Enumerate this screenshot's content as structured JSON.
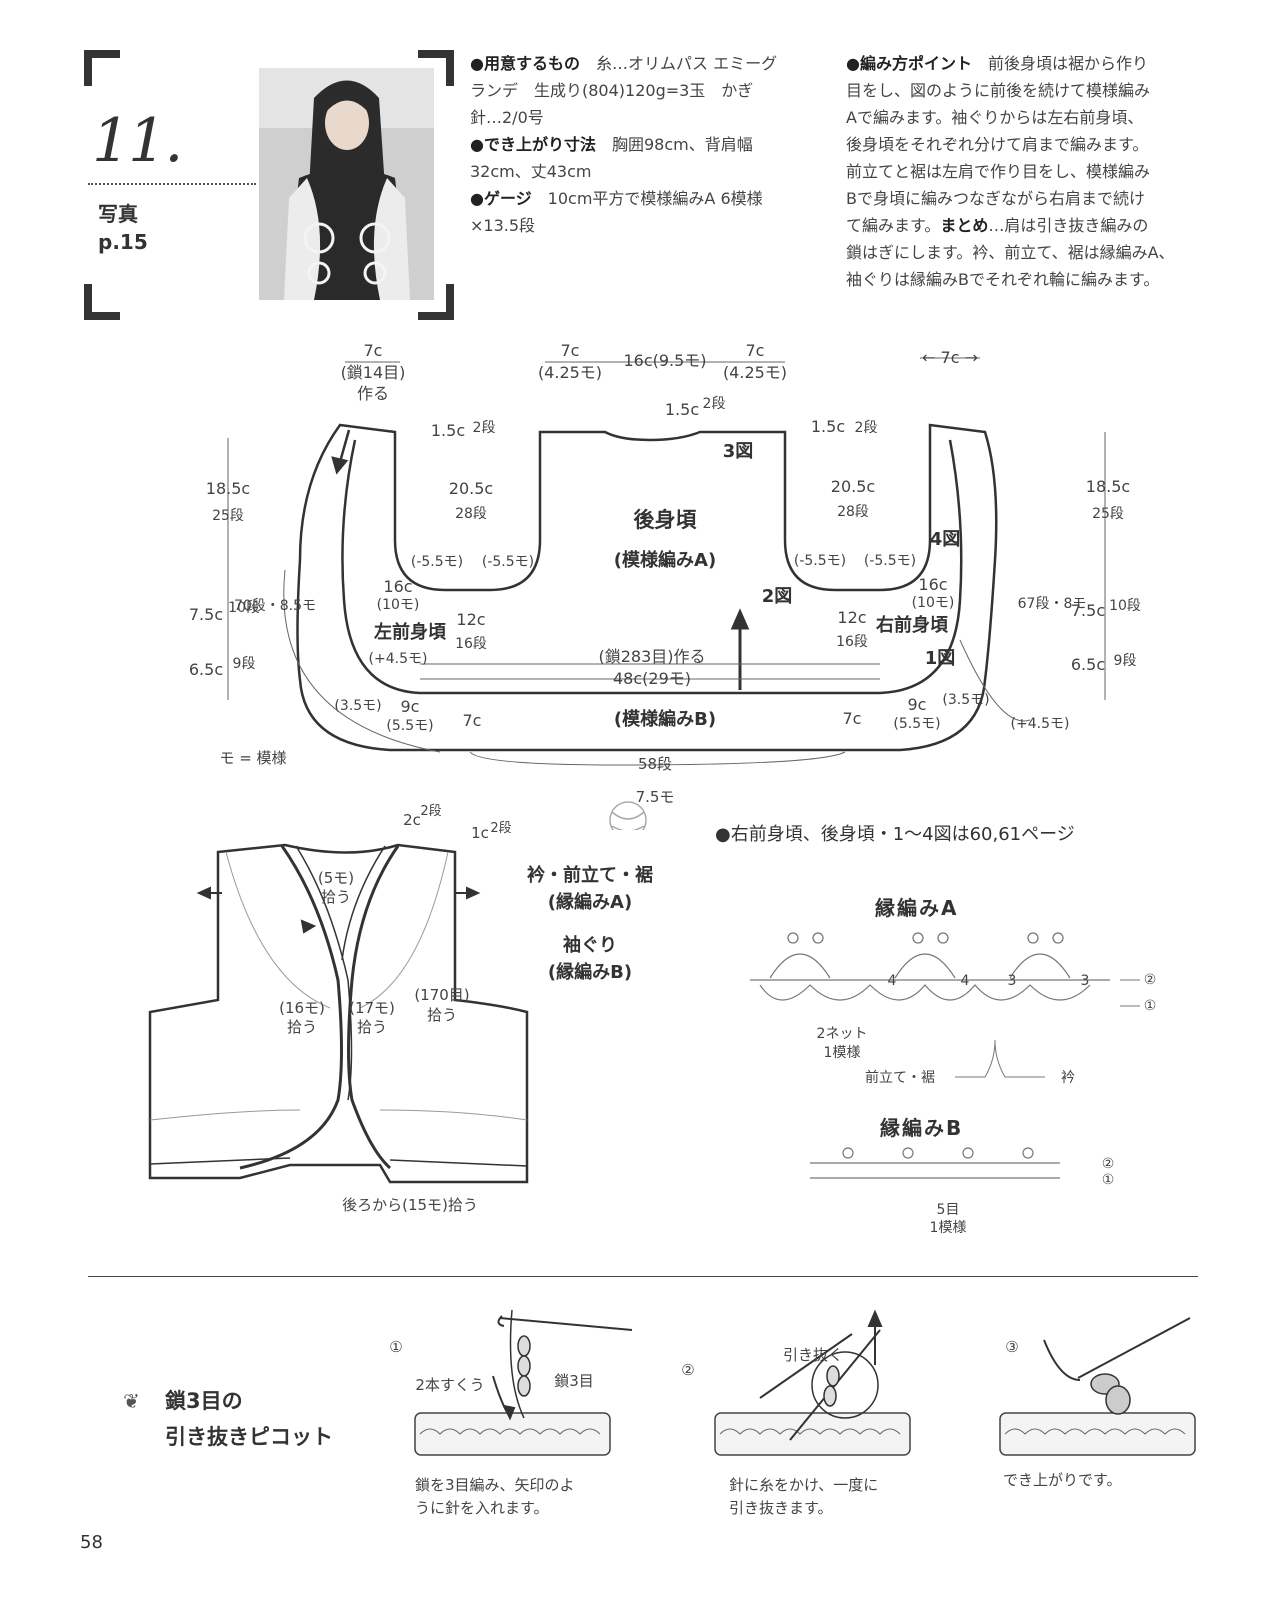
{
  "header": {
    "pattern_number": "11.",
    "photo_label": "写真",
    "photo_page": "p.15"
  },
  "materials": {
    "heading": "●用意するもの",
    "line1": "糸…オリムパス エミーグ",
    "line2": "ランデ　生成り(804)120g=3玉　かぎ",
    "line3": "針…2/0号",
    "size_heading": "●でき上がり寸法",
    "size1": "胸囲98cm、背肩幅",
    "size2": "32cm、丈43cm",
    "gauge_heading": "●ゲージ",
    "gauge1": "10cm平方で模様編みA 6模様",
    "gauge2": "×13.5段"
  },
  "points": {
    "heading": "●編み方ポイント",
    "l1": "前後身頃は裾から作り",
    "l2": "目をし、図のように前後を続けて模様編み",
    "l3": "Aで編みます。袖ぐりからは左右前身頃、",
    "l4": "後身頃をそれぞれ分けて肩まで編みます。",
    "l5": "前立てと裾は左肩で作り目をし、模様編み",
    "l6": "Bで身頃に編みつなぎながら右肩まで続け",
    "l7a": "て編みます。",
    "l7b": "まとめ",
    "l7c": "…肩は引き抜き編みの",
    "l8": "鎖はぎにします。衿、前立て、裾は縁編みA、",
    "l9": "袖ぐりは縁編みBでそれぞれ輪に編みます。"
  },
  "diagram": {
    "back_body": "後身頃",
    "pattern_a": "(模様編みA)",
    "pattern_b": "(模様編みB)",
    "left_front": "左前身頃",
    "right_front": "右前身頃",
    "fig1": "1図",
    "fig2": "2図",
    "fig3": "3図",
    "fig4": "4図",
    "top_7c_left": "7c",
    "chain14": "(鎖14目)",
    "make": "作る",
    "top_7c_a": "7c",
    "top_425_a": "(4.25モ)",
    "top_16c": "16c(9.5モ)",
    "top_7c_b": "7c",
    "top_425_b": "(4.25モ)",
    "top_7c_right": "← 7c →",
    "c15_left": "1.5c",
    "c15_mid": "1.5c",
    "c15_right": "1.5c",
    "dan2": "2段",
    "c205": "20.5c",
    "dan28": "28段",
    "minus55": "(-5.5モ)",
    "c16": "16c",
    "mo10": "(10モ)",
    "c12": "12c",
    "dan16": "16段",
    "plus45": "(+4.5モ)",
    "chain283": "(鎖283目)作る",
    "c48": "48c(29モ)",
    "c185": "18.5c",
    "dan25": "25段",
    "c75": "7.5c",
    "dan10": "10段",
    "c65": "6.5c",
    "dan9": "9段",
    "left70": "70段・8.5モ",
    "right67": "67段・8モ",
    "mo35": "(3.5モ)",
    "c9": "9c",
    "mo55": "(5.5モ)",
    "c7": "7c",
    "dan58": "58段",
    "mo75": "7.5モ",
    "legend": "モ = 模様"
  },
  "vest": {
    "c2": "2c",
    "c1": "1c",
    "dan2": "2段",
    "pick5": "(5モ)",
    "pick": "拾う",
    "pick16": "(16モ)",
    "pick17": "(17モ)",
    "pick170": "(170目)",
    "back15": "後ろから(15モ)拾う",
    "collar": "衿・前立て・裾",
    "edge_a": "(縁編みA)",
    "armhole": "袖ぐり",
    "edge_b": "(縁編みB)"
  },
  "charts": {
    "note": "●右前身頃、後身頃・1～4図は60,61ページ",
    "edge_a_title": "縁編みA",
    "edge_b_title": "縁編みB",
    "net2": "2ネット",
    "one_pattern": "1模様",
    "front_hem": "前立て・裾",
    "collar": "衿",
    "st5": "5目",
    "row1": "①",
    "row2": "②",
    "n4": "4",
    "n3": "3"
  },
  "picot": {
    "title1": "鎖3目の",
    "title2": "引き抜きピコット",
    "s1": "①",
    "s2": "②",
    "s3": "③",
    "two_strands": "2本すくう",
    "chain3": "鎖3目",
    "pull": "引き抜く",
    "cap1a": "鎖を3目編み、矢印のよ",
    "cap1b": "うに針を入れます。",
    "cap2a": "針に糸をかけ、一度に",
    "cap2b": "引き抜きます。",
    "cap3": "でき上がりです。"
  },
  "page_number": "58"
}
